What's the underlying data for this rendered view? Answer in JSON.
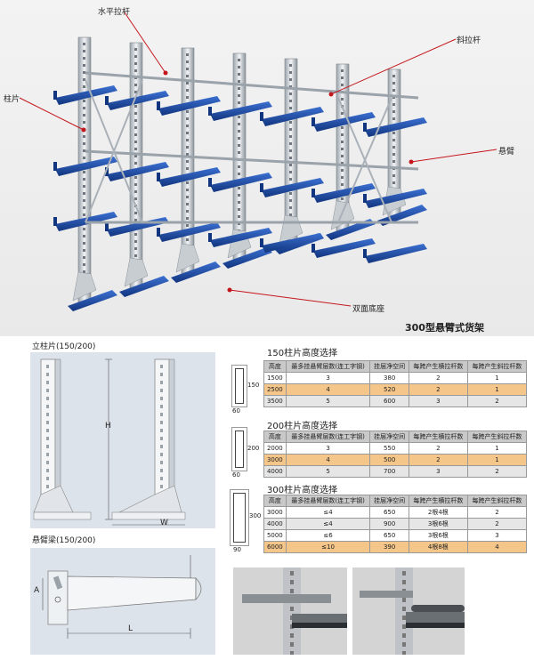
{
  "hero": {
    "labels": {
      "horizontal_rod": "水平拉杆",
      "diagonal_rod": "斜拉杆",
      "column": "柱片",
      "arm": "悬臂",
      "base": "双面底座"
    },
    "caption": "300型悬臂式货架"
  },
  "column_section": {
    "title": "立柱片(150/200)",
    "dim_h": "H",
    "dim_w": "W"
  },
  "arm_section": {
    "title": "悬臂梁(150/200)",
    "dim_a": "A",
    "dim_l": "L"
  },
  "tables": [
    {
      "title": "150柱片高度选择",
      "profile": {
        "h": "150",
        "w": "60"
      },
      "headers": [
        "高度",
        "最多挂悬臂层数(连工字钢)",
        "挂层净空间",
        "每跨产生横拉杆数",
        "每跨产生斜拉杆数"
      ],
      "rows": [
        [
          "1500",
          "3",
          "380",
          "2",
          "1"
        ],
        [
          "2500",
          "4",
          "520",
          "2",
          "1"
        ],
        [
          "3500",
          "5",
          "600",
          "3",
          "2"
        ]
      ]
    },
    {
      "title": "200柱片高度选择",
      "profile": {
        "h": "200",
        "w": "60"
      },
      "headers": [
        "高度",
        "最多挂悬臂层数(连工字钢)",
        "挂层净空间",
        "每跨产生横拉杆数",
        "每跨产生斜拉杆数"
      ],
      "rows": [
        [
          "2000",
          "3",
          "550",
          "2",
          "1"
        ],
        [
          "3000",
          "4",
          "500",
          "2",
          "1"
        ],
        [
          "4000",
          "5",
          "700",
          "3",
          "2"
        ]
      ]
    },
    {
      "title": "300柱片高度选择",
      "profile": {
        "h": "300",
        "w": "90"
      },
      "headers": [
        "高度",
        "最多挂悬臂层数(连工字钢)",
        "挂层净空间",
        "每跨产生横拉杆数",
        "每跨产生斜拉杆数"
      ],
      "rows": [
        [
          "3000",
          "≤4",
          "650",
          "2根4根",
          "2"
        ],
        [
          "4000",
          "≤4",
          "900",
          "3根6根",
          "2"
        ],
        [
          "5000",
          "≤6",
          "650",
          "3根6根",
          "3"
        ],
        [
          "6000",
          "≤10",
          "390",
          "4根8根",
          "4"
        ]
      ]
    }
  ]
}
